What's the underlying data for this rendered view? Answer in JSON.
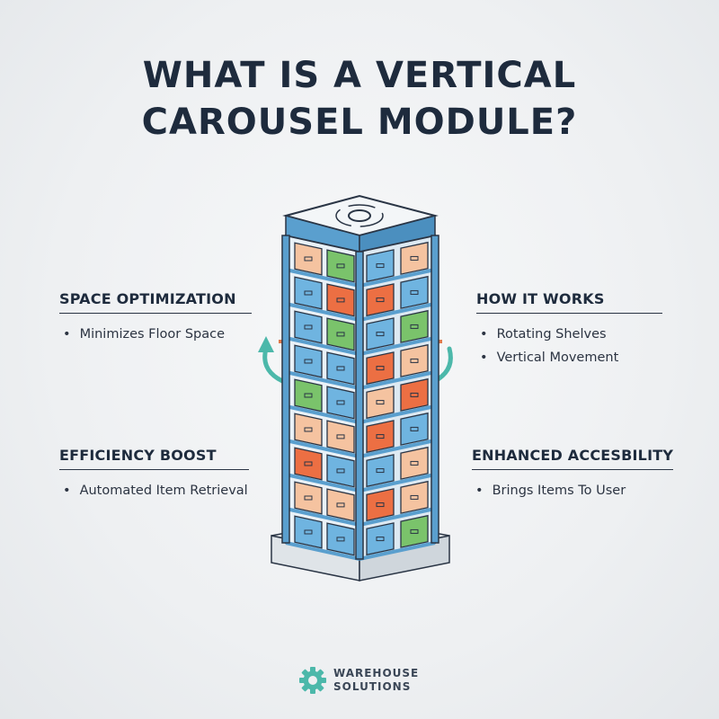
{
  "title": {
    "line1": "WHAT IS A VERTICAL",
    "line2": "CAROUSEL MODULE?"
  },
  "sections": {
    "space": {
      "heading": "SPACE OPTIMIZATION",
      "items": [
        "Minimizes Floor Space"
      ]
    },
    "how": {
      "heading": "HOW IT WORKS",
      "items": [
        "Rotating Shelves",
        "Vertical Movement"
      ]
    },
    "efficiency": {
      "heading": "EFFICIENCY BOOST",
      "items": [
        "Automated Item Retrieval"
      ]
    },
    "accessibility": {
      "heading": "ENHANCED ACCESBILITY",
      "items": [
        "Brings Items To User"
      ]
    }
  },
  "brand": {
    "line1": "WAREHOUSE",
    "line2": "SOLUTIONS",
    "icon": "gear-icon"
  },
  "colors": {
    "frame": "#5a9fce",
    "frame_outline": "#2a3545",
    "arrow": "#4cb8aa",
    "box_blue": "#6fb4e0",
    "box_green": "#7ac36b",
    "box_orange": "#ec6f43",
    "box_peach": "#f5c3a0"
  },
  "box_pattern": {
    "left_face": [
      [
        "peach",
        "green"
      ],
      [
        "blue",
        "orange"
      ],
      [
        "blue",
        "green"
      ],
      [
        "blue",
        "blue"
      ],
      [
        "green",
        "blue"
      ],
      [
        "peach",
        "peach"
      ],
      [
        "orange",
        "blue"
      ],
      [
        "peach",
        "peach"
      ],
      [
        "blue",
        "blue"
      ]
    ],
    "right_face": [
      [
        "blue",
        "peach"
      ],
      [
        "orange",
        "blue"
      ],
      [
        "blue",
        "green"
      ],
      [
        "orange",
        "peach"
      ],
      [
        "peach",
        "orange"
      ],
      [
        "orange",
        "blue"
      ],
      [
        "blue",
        "peach"
      ],
      [
        "orange",
        "peach"
      ],
      [
        "blue",
        "green"
      ]
    ]
  }
}
